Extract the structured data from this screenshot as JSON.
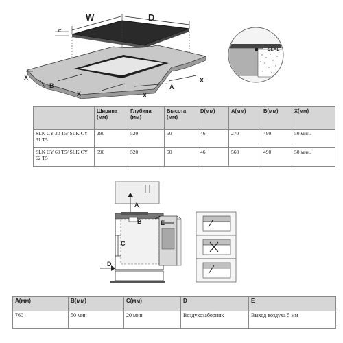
{
  "top_figure": {
    "labels": {
      "w": "W",
      "d": "D",
      "x": "X",
      "b": "B",
      "a": "A",
      "c": "C",
      "seal": "SEAL"
    }
  },
  "table1": {
    "headers": [
      "",
      "Ширина (мм)",
      "Глубина (мм)",
      "Высота (мм)",
      "D(мм)",
      "A(мм)",
      "B(мм)",
      "X(мм)"
    ],
    "rows": [
      [
        "SLK CY 30 T5/ SLK CY 31 T5",
        "290",
        "520",
        "50",
        "46",
        "270",
        "490",
        "50 мин."
      ],
      [
        "SLK CY 60 T5/ SLK CY 62 T5",
        "590",
        "520",
        "50",
        "46",
        "560",
        "490",
        "50 мин."
      ]
    ]
  },
  "mid_figure": {
    "labels": {
      "a": "A",
      "b": "B",
      "c": "C",
      "d": "D",
      "e": "E"
    }
  },
  "table2": {
    "headers": [
      "A(мм)",
      "B(мм)",
      "C(мм)",
      "D",
      "E"
    ],
    "row": [
      "760",
      "50 мин",
      "20 мин",
      "Воздухозаборник",
      "Выход воздуха 5 мм"
    ]
  }
}
